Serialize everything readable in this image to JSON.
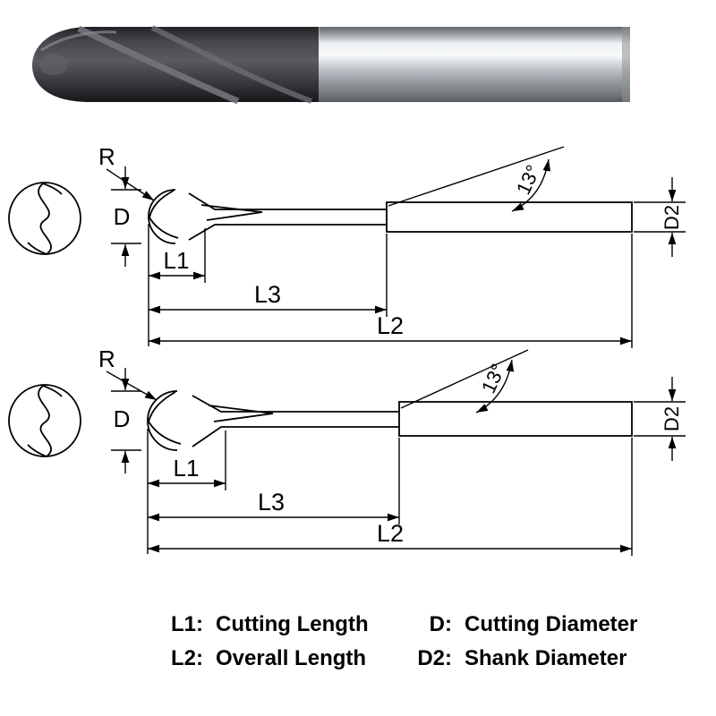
{
  "photo": {
    "name": "ball nose end mill photo"
  },
  "dimensions": {
    "radius": "R",
    "cutting_diameter": "D",
    "shank_diameter": "D2",
    "cutting_length": "L1",
    "length_l3": "L3",
    "overall_length": "L2",
    "taper_angle": "13°"
  },
  "legend": {
    "items": [
      {
        "key": "L1:",
        "label": "Cutting Length"
      },
      {
        "key": "D:",
        "label": "Cutting Diameter"
      },
      {
        "key": "L2:",
        "label": "Overall Length"
      },
      {
        "key": "D2:",
        "label": "Shank Diameter"
      }
    ]
  },
  "colors": {
    "line": "#000000",
    "background": "#ffffff",
    "coating_dark": "#2a2a30",
    "shank_light": "#eef1f3"
  }
}
